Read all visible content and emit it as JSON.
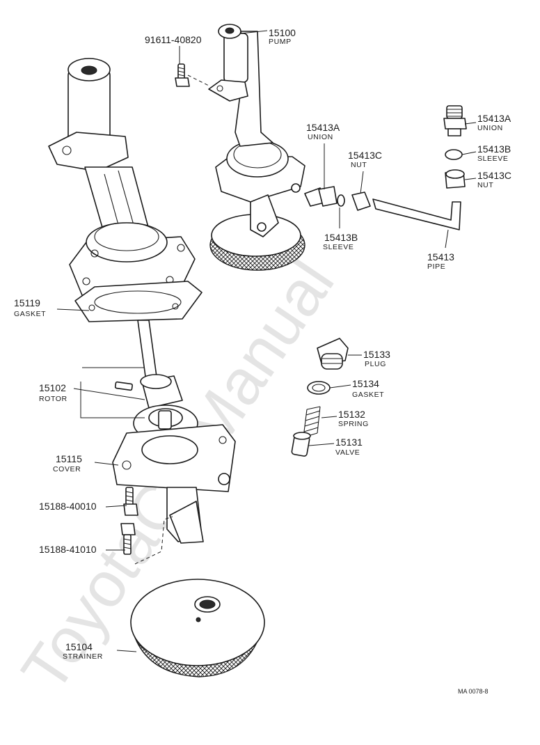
{
  "watermark": "ToyotaCarManual",
  "drawing_ref": "MA 0078-8",
  "callouts": [
    {
      "id": "pump",
      "number": "15100",
      "name": "PUMP"
    },
    {
      "id": "bolt-a",
      "number": "91611-40820",
      "name": ""
    },
    {
      "id": "union-r",
      "number": "15413A",
      "name": "UNION"
    },
    {
      "id": "sleeve-r",
      "number": "15413B",
      "name": "SLEEVE"
    },
    {
      "id": "nut-r",
      "number": "15413C",
      "name": "NUT"
    },
    {
      "id": "union-m",
      "number": "15413A",
      "name": "UNION"
    },
    {
      "id": "nut-m",
      "number": "15413C",
      "name": "NUT"
    },
    {
      "id": "sleeve-m",
      "number": "15413B",
      "name": "SLEEVE"
    },
    {
      "id": "pipe",
      "number": "15413",
      "name": "PIPE"
    },
    {
      "id": "gasket-a",
      "number": "15119",
      "name": "GASKET"
    },
    {
      "id": "plug",
      "number": "15133",
      "name": "PLUG"
    },
    {
      "id": "gasket-b",
      "number": "15134",
      "name": "GASKET"
    },
    {
      "id": "spring",
      "number": "15132",
      "name": "SPRING"
    },
    {
      "id": "valve",
      "number": "15131",
      "name": "VALVE"
    },
    {
      "id": "rotor",
      "number": "15102",
      "name": "ROTOR"
    },
    {
      "id": "cover",
      "number": "15115",
      "name": "COVER"
    },
    {
      "id": "bolt-b",
      "number": "15188-40010",
      "name": ""
    },
    {
      "id": "bolt-c",
      "number": "15188-41010",
      "name": ""
    },
    {
      "id": "strainer",
      "number": "15104",
      "name": "STRAINER"
    }
  ]
}
